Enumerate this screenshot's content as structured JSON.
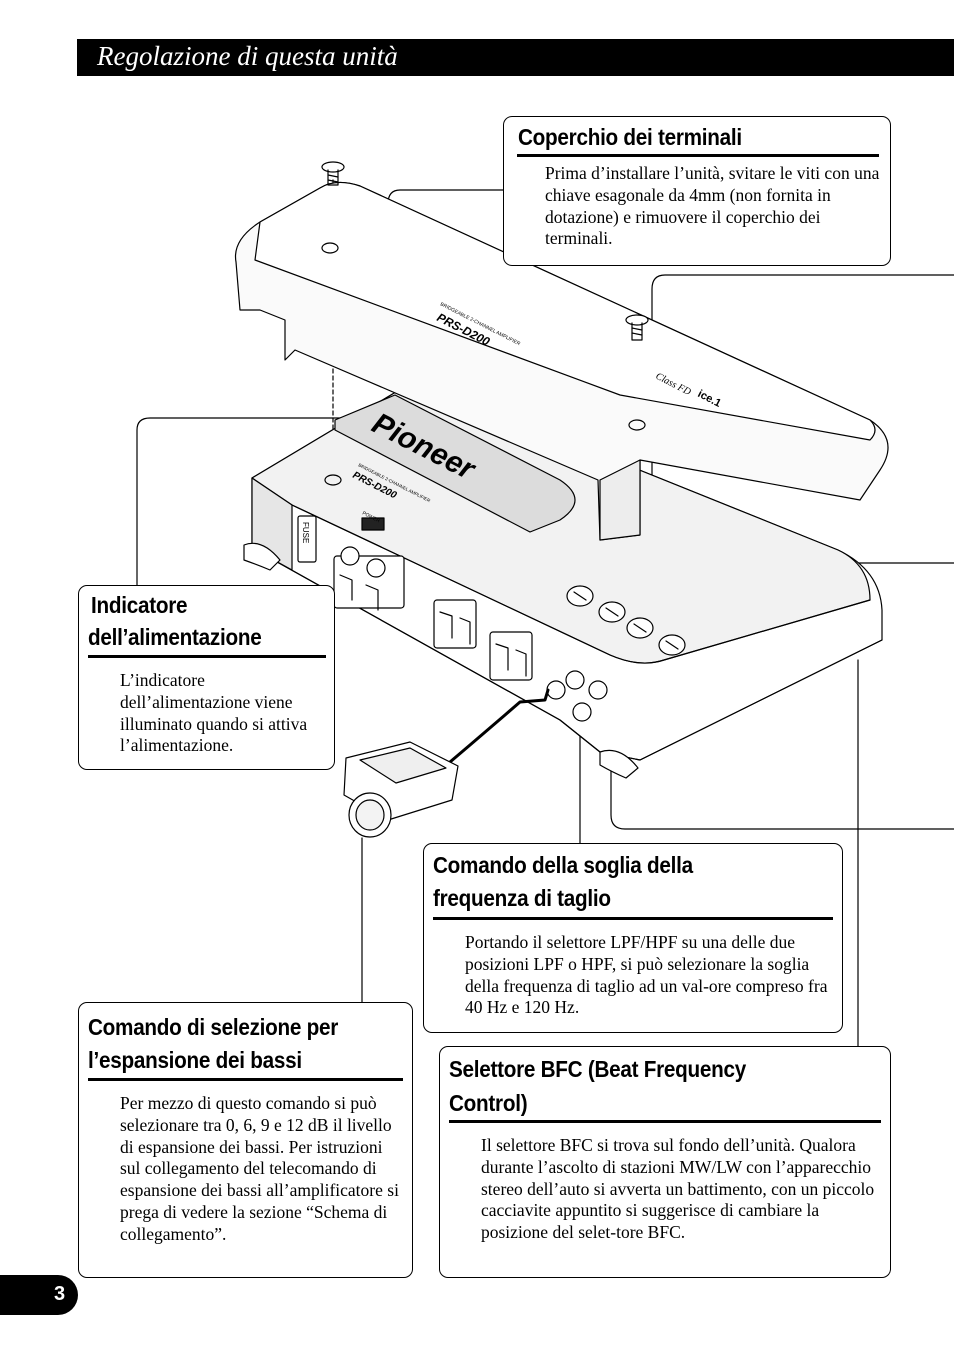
{
  "header": {
    "title": "Regolazione di questa unità"
  },
  "callouts": {
    "terminal_cover": {
      "title": "Coperchio dei terminali",
      "text": "Prima d’installare l’unità, svitare le viti con una chiave esagonale da 4mm (non fornita in dotazione) e rimuovere il coperchio dei terminali."
    },
    "power_indicator": {
      "title_line1": "Indicatore",
      "title_line2": "dell’alimentazione",
      "text": "L’indicatore dell’alimentazione viene illuminato quando si attiva l’alimentazione."
    },
    "cutoff_control": {
      "title_line1": "Comando della soglia della",
      "title_line2": "frequenza di taglio",
      "text": "Portando il selettore LPF/HPF su una delle due posizioni LPF o HPF, si può selezionare la soglia della frequenza di taglio ad un val-ore compreso fra 40 Hz e 120 Hz."
    },
    "bass_boost": {
      "title_line1": "Comando di selezione per",
      "title_line2": "l’espansione dei bassi",
      "text": "Per mezzo di questo comando si può selezionare tra 0, 6, 9 e 12 dB il livello di espansione dei bassi. Per istruzioni sul collegamento del telecomando di espansione dei bassi all’amplificatore si prega di vedere la sezione “Schema di collegamento”."
    },
    "bfc_selector": {
      "title_line1": "Selettore BFC (Beat Frequency",
      "title_line2": "Control)",
      "text": "Il selettore BFC si trova sul fondo dell’unità. Qualora durante l’ascolto di stazioni MW/LW con l’apparecchio stereo dell’auto si avverta un battimento, con un piccolo cacciavite appuntito si suggerisce di cambiare la posizione del selet-tore BFC."
    }
  },
  "device": {
    "brand": "Pioneer",
    "model": "PRS-D200",
    "subtitle": "BRIDGEABLE 2-CHANNEL AMPLIFIER",
    "badge_class": "Class FD",
    "badge_logo": "ice.1",
    "label_fuse": "FUSE",
    "label_power": "POWER"
  },
  "page": {
    "number": "3"
  }
}
